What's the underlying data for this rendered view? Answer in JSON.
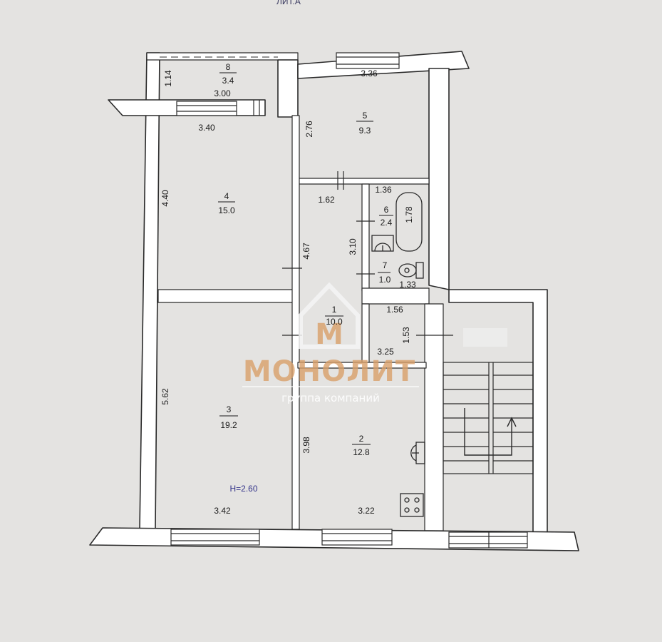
{
  "header": {
    "litera": "ЛИТ.А"
  },
  "rooms": [
    {
      "id": "8",
      "area": "3.4"
    },
    {
      "id": "5",
      "area": "9.3"
    },
    {
      "id": "6",
      "area": "2.4"
    },
    {
      "id": "4",
      "area": "15.0"
    },
    {
      "id": "7",
      "area": "1.0"
    },
    {
      "id": "1",
      "area": "10.0"
    },
    {
      "id": "3",
      "area": "19.2"
    },
    {
      "id": "2",
      "area": "12.8"
    }
  ],
  "dimensions": {
    "d_114": "1.14",
    "d_300": "3.00",
    "d_336": "3.36",
    "d_340": "3.40",
    "d_276": "2.76",
    "d_136": "1.36",
    "d_178": "1.78",
    "d_162": "1.62",
    "d_440": "4.40",
    "d_310": "3.10",
    "d_467": "4.67",
    "d_133": "1.33",
    "d_156": "1.56",
    "d_153": "1.53",
    "d_325": "3.25",
    "d_562": "5.62",
    "d_398": "3.98",
    "d_342": "3.42",
    "d_322": "3.22"
  },
  "ceiling_height": "H=2.60",
  "watermark": {
    "logo_letter": "М",
    "brand": "МОНОЛИТ",
    "tagline": "группа компаний"
  },
  "colors": {
    "paper": "#e4e3e1",
    "wall": "#ffffff",
    "line": "#2a2a2a",
    "brand": "#d9a06a",
    "logo_frame": "#f2f2f2"
  }
}
